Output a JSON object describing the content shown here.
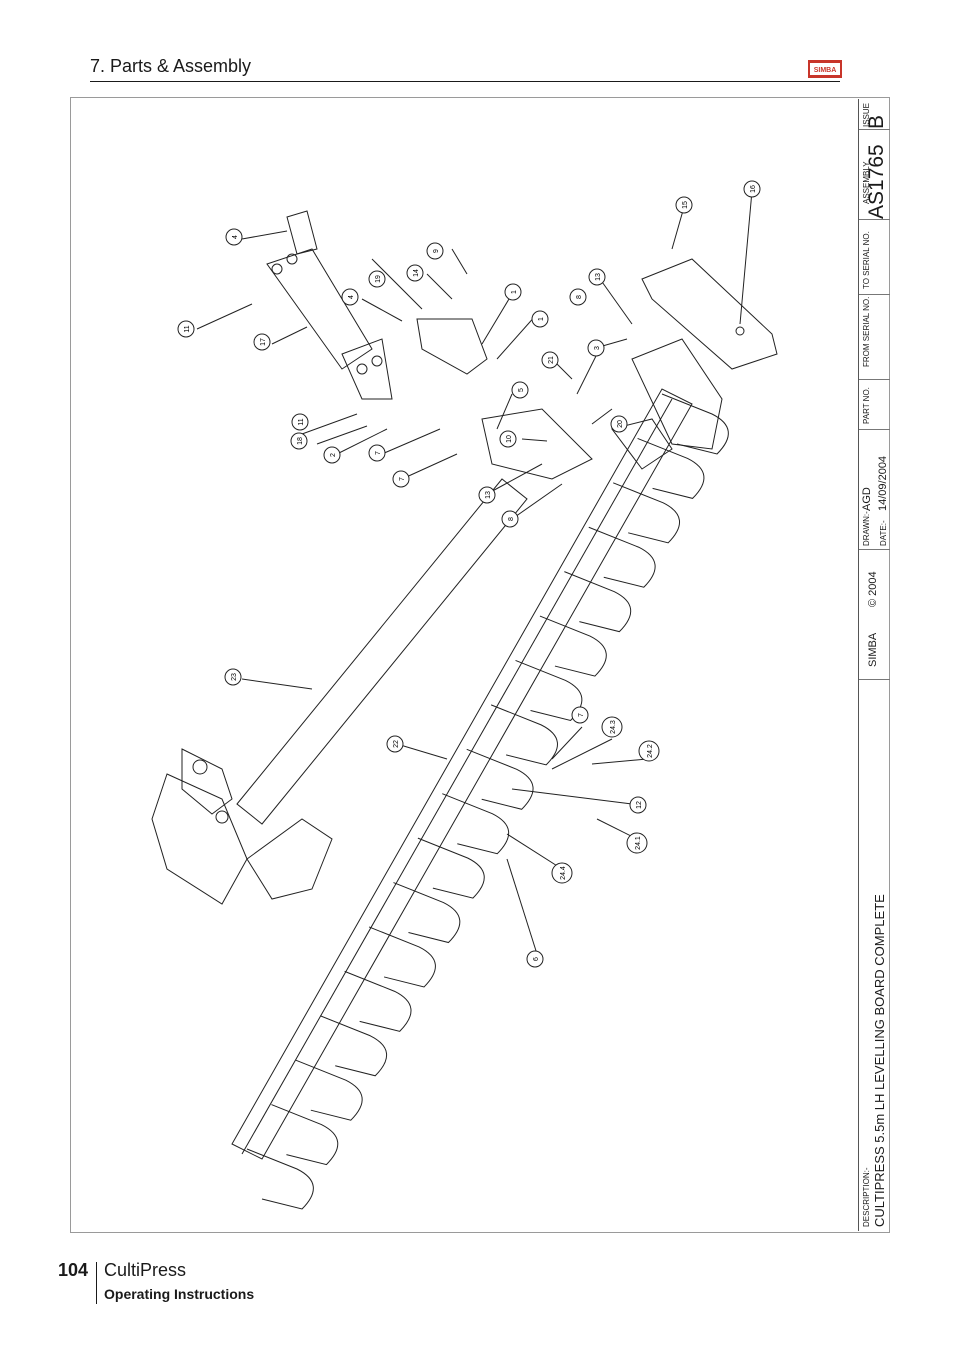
{
  "header": {
    "section_title": "7. Parts & Assembly"
  },
  "logo": {
    "text": "SIMBA",
    "color": "#c8352a"
  },
  "title_block": {
    "issue_label": "ISSUE",
    "issue_value": "B",
    "assembly_label": "ASSEMBLY",
    "assembly_value": "AS1765",
    "to_serial_label": "TO SERIAL NO.",
    "from_serial_label": "FROM SERIAL NO.",
    "part_no_label": "PART NO.",
    "drawn_label": "DRAWN:-",
    "drawn_value": "AGD",
    "date_label": "DATE:-",
    "date_value": "14/09/2004",
    "brand": "SIMBA",
    "copyright": "© 2004",
    "description_label": "DESCRIPTION:-",
    "description_value": "CULTIPRESS 5.5m LH LEVELLING BOARD COMPLETE"
  },
  "callouts": [
    "16",
    "15",
    "13",
    "8",
    "4",
    "9",
    "14",
    "19",
    "1",
    "1",
    "4",
    "11",
    "17",
    "3",
    "21",
    "5",
    "20",
    "11",
    "18",
    "2",
    "7",
    "10",
    "7",
    "13",
    "8",
    "23",
    "22",
    "7",
    "24.3",
    "24.2",
    "12",
    "24.1",
    "24.4",
    "6"
  ],
  "footer": {
    "page_number": "104",
    "product": "CultiPress",
    "subtitle": "Operating Instructions"
  }
}
